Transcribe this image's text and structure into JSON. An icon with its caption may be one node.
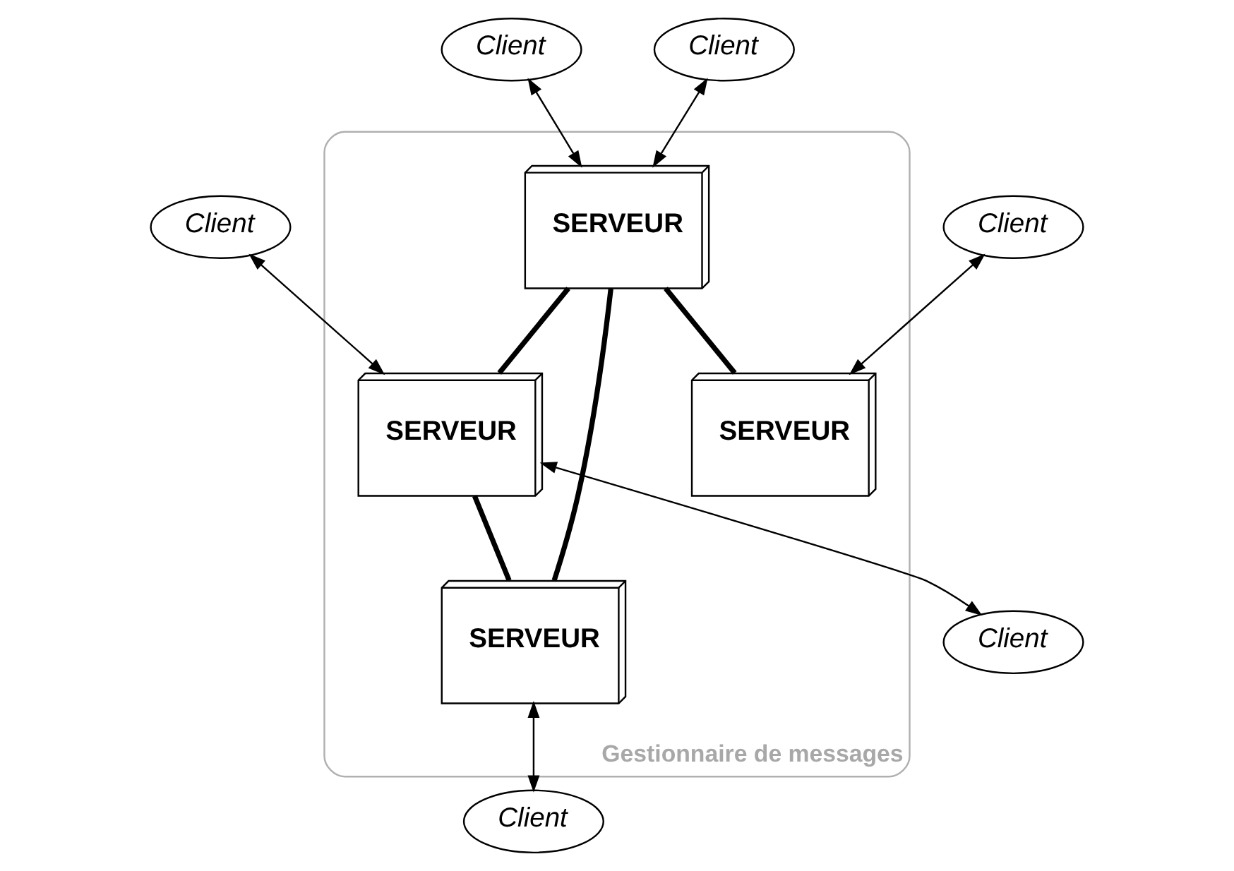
{
  "diagram": {
    "nodes": [
      {
        "text": [
          "Gestionnaire de messages"
        ]
      },
      {
        "text": [
          "SERVEUR"
        ],
        "in": 0
      },
      {
        "text": [
          "SERVEUR"
        ],
        "in": 0
      },
      {
        "text": [
          "SERVEUR"
        ],
        "in": 0
      },
      {
        "text": [
          "SERVEUR"
        ],
        "in": 0
      },
      {
        "text": [
          "Client"
        ]
      },
      {
        "text": [
          "Client"
        ]
      },
      {
        "text": [
          "Client"
        ]
      },
      {
        "text": [
          "Client"
        ]
      },
      {
        "text": [
          "Client"
        ]
      },
      {
        "text": [
          "Client"
        ]
      }
    ],
    "edges": [
      {
        "from": 5,
        "to": 1,
        "arrow": "both"
      },
      {
        "from": 6,
        "to": 2,
        "arrow": "both"
      },
      {
        "from": 7,
        "to": 1,
        "arrow": "both"
      },
      {
        "from": 2,
        "to": 8,
        "arrow": "both"
      },
      {
        "from": 1,
        "to": 2,
        "arrow": "none",
        "style": "thick"
      },
      {
        "from": 1,
        "to": 3,
        "arrow": "none",
        "style": "thick"
      },
      {
        "from": 1,
        "to": 4,
        "arrow": "none",
        "style": "thick"
      },
      {
        "from": 2,
        "to": 4,
        "arrow": "none",
        "style": "thick"
      },
      {
        "from": 9,
        "to": 3,
        "arrow": "both"
      },
      {
        "from": 4,
        "to": 10,
        "arrow": "both"
      }
    ]
  }
}
